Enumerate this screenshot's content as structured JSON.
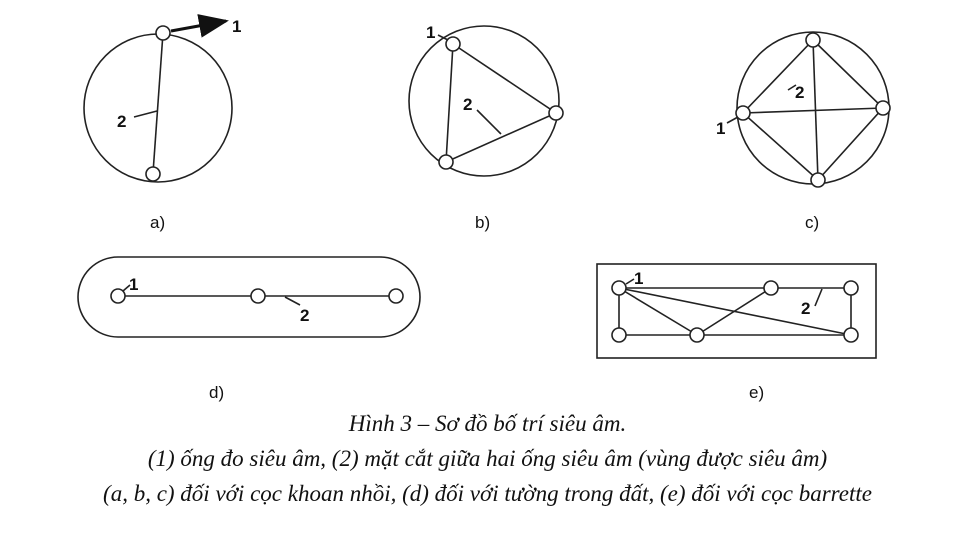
{
  "diagrams": {
    "a": {
      "label": "a)",
      "marker1": "1",
      "marker2": "2"
    },
    "b": {
      "label": "b)",
      "marker1": "1",
      "marker2": "2"
    },
    "c": {
      "label": "c)",
      "marker1": "1",
      "marker2": "2"
    },
    "d": {
      "label": "d)",
      "marker1": "1",
      "marker2": "2"
    },
    "e": {
      "label": "e)",
      "marker1": "1",
      "marker2": "2"
    }
  },
  "caption": {
    "title": "Hình 3 – Sơ đồ bố trí siêu âm.",
    "line2": "(1) ống đo siêu âm, (2) mặt cắt giữa hai ống siêu âm (vùng được siêu âm)",
    "line3": "(a, b, c) đối với cọc khoan nhồi, (d) đối với tường trong đất, (e) đối với cọc barrette"
  }
}
